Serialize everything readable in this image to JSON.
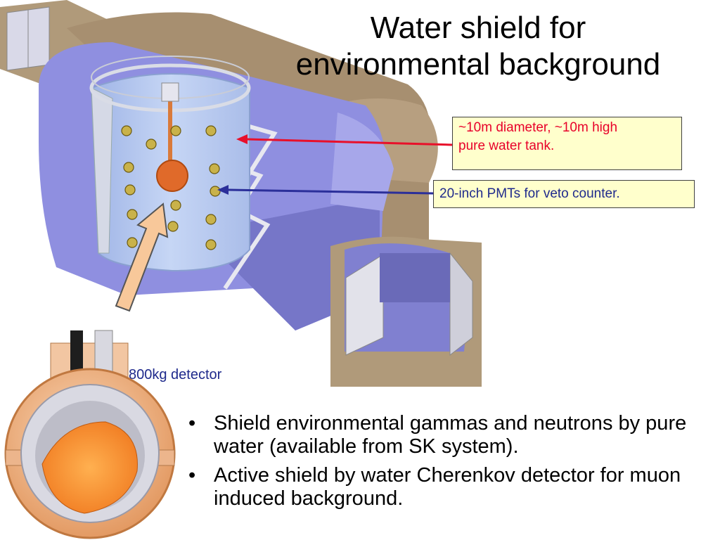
{
  "slide": {
    "title_line1": "Water shield for",
    "title_line2": "environmental background",
    "callouts": {
      "tank": {
        "line1": "~10m diameter, ~10m high",
        "line2": "pure water tank."
      },
      "pmt": "20-inch PMTs for veto counter."
    },
    "detector_label": "800kg detector",
    "bullets": [
      "Shield environmental gammas and neutrons by pure water (available from SK system).",
      "Active shield by water Cherenkov detector for muon induced background."
    ],
    "bullet_symbol": "•"
  },
  "colors": {
    "tank_arrow": "#e8102a",
    "pmt_arrow": "#2b2f9a",
    "detector_arrow": "#f8c89a",
    "hall_wall": "#8e8ee0",
    "rock": "#a78f70"
  },
  "icons": [
    "tunnel-cavern-illustration",
    "water-tank-illustration",
    "pmt-icon",
    "detector-sphere-illustration"
  ]
}
